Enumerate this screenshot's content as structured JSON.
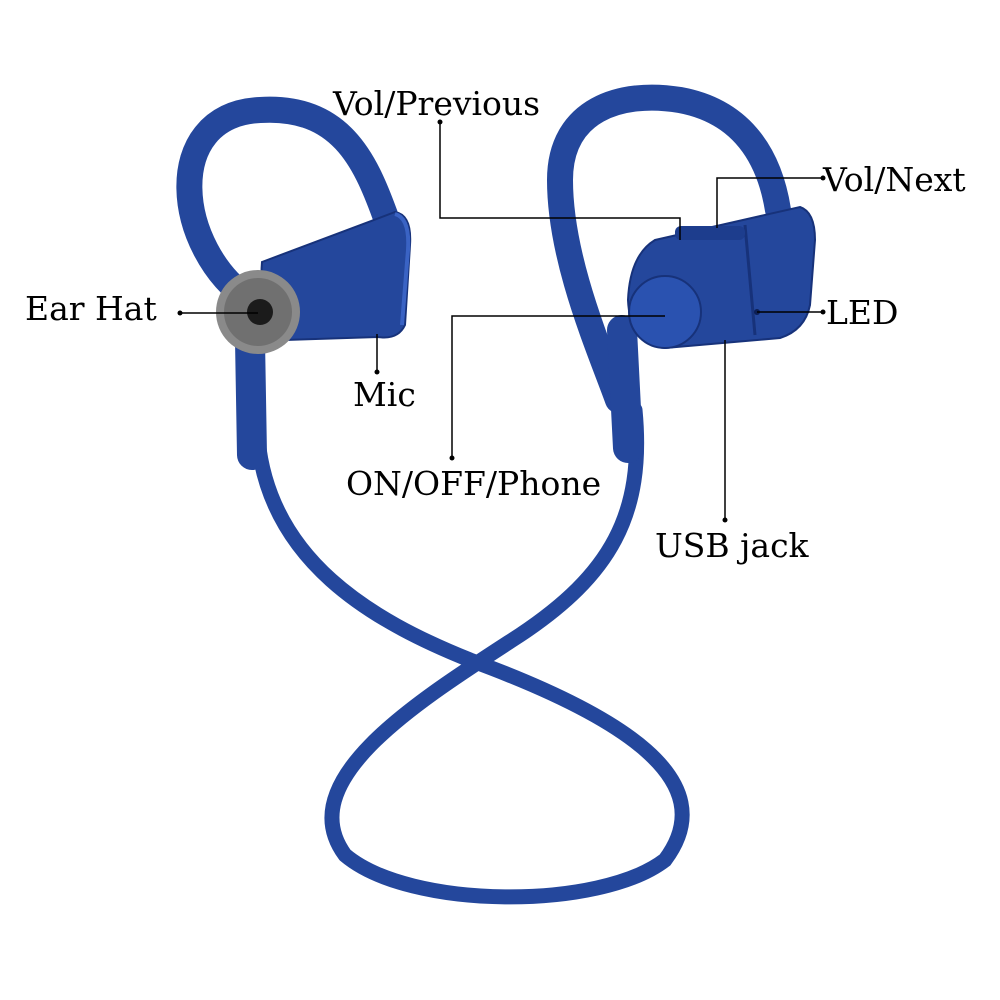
{
  "labels": {
    "vol_previous": "Vol/Previous",
    "vol_next": "Vol/Next",
    "ear_hat": "Ear Hat",
    "led": "LED",
    "mic": "Mic",
    "on_off_phone": "ON/OFF/Phone",
    "usb_jack": "USB jack"
  },
  "colors": {
    "product": "#24479c",
    "product_dark": "#17327a",
    "product_light": "#3a63c4",
    "ear_tip": "#8a8a8a",
    "leader_line": "#000000"
  }
}
